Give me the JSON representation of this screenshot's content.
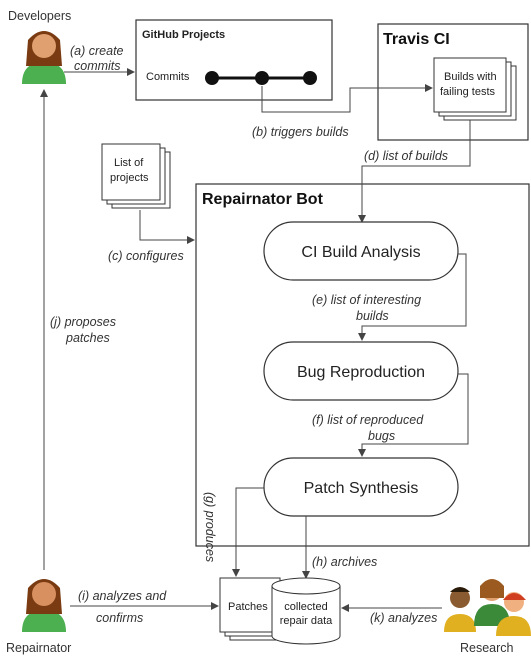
{
  "actors": {
    "developers": "Developers",
    "repairnator": "Repairnator",
    "research": "Research"
  },
  "boxes": {
    "github_title": "GitHub Projects",
    "commits": "Commits",
    "travis_title": "Travis CI",
    "builds_failing_line1": "Builds with",
    "builds_failing_line2": "failing tests",
    "list_projects_line1": "List of",
    "list_projects_line2": "projects",
    "bot_title": "Repairnator Bot",
    "ci_build_analysis": "CI Build Analysis",
    "bug_reproduction": "Bug Reproduction",
    "patch_synthesis": "Patch Synthesis",
    "patches": "Patches",
    "repair_data_line1": "collected",
    "repair_data_line2": "repair data"
  },
  "edges": {
    "a_line1": "(a) create",
    "a_line2": "commits",
    "b": "(b) triggers builds",
    "c": "(c) configures",
    "d": "(d) list of builds",
    "e_line1": "(e) list of interesting",
    "e_line2": "builds",
    "f_line1": "(f) list of reproduced",
    "f_line2": "bugs",
    "g": "(g) produces",
    "h": "(h) archives",
    "i_line1": "(i) analyzes and",
    "i_line2": "confirms",
    "j_line1": "(j) proposes",
    "j_line2": "patches",
    "k": "(k) analyzes"
  }
}
